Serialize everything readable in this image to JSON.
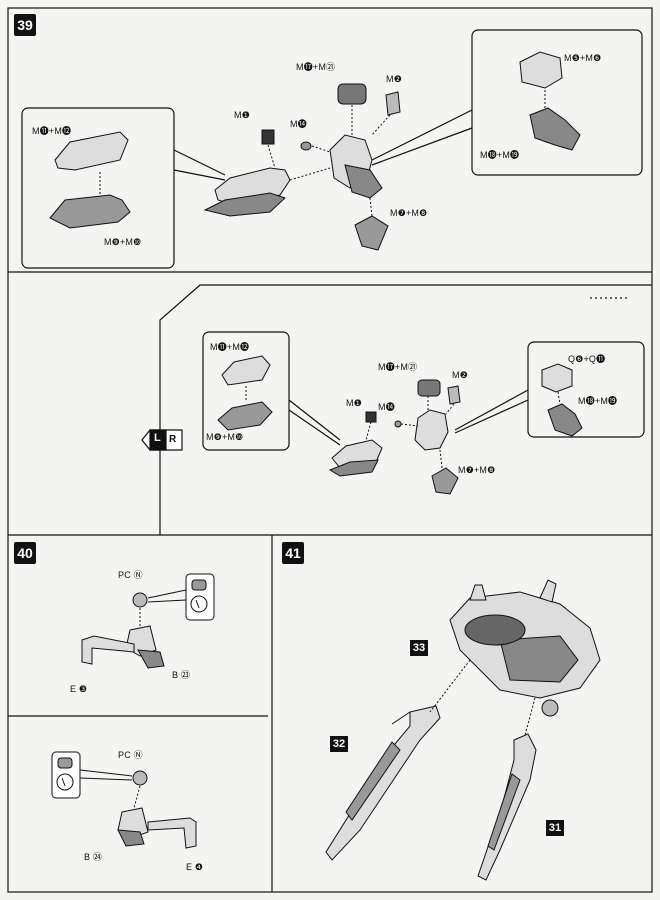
{
  "steps": {
    "s39": {
      "number": "39",
      "upper": {
        "inset_left_top": "M⓫+M⓬",
        "inset_left_bottom": "M❾+M❿",
        "m1": "M❶",
        "m14": "M⓮",
        "m17_21": "M⓱+M㉑",
        "m2": "M❷",
        "m7_8": "M❼+M❽",
        "inset_right_top": "M❺+M❻",
        "inset_right_bottom": "M⓲+M⓳"
      },
      "lower": {
        "inset_left_top": "M⓫+M⓬",
        "inset_left_bottom": "M❾+M❿",
        "m1": "M❶",
        "m14": "M⓮",
        "m17_21": "M⓱+M㉑",
        "m2": "M❷",
        "m7_8": "M❼+M❽",
        "inset_right_top": "Q❻+Q⓫",
        "inset_right_bottom": "M⓲+M⓳",
        "side_mark_left": "L",
        "side_mark_right": "R"
      }
    },
    "s40": {
      "number": "40",
      "top": {
        "pc": "PC Ⓝ",
        "b": "B ㉓",
        "e": "E ❸"
      },
      "bottom": {
        "pc": "PC Ⓝ",
        "b": "B ㉔",
        "e": "E ❹"
      }
    },
    "s41": {
      "number": "41",
      "part33": "33",
      "part32": "32",
      "part31": "31"
    }
  },
  "colors": {
    "ink": "#111111",
    "paper": "#f4f4f2",
    "shade": "#777777"
  }
}
